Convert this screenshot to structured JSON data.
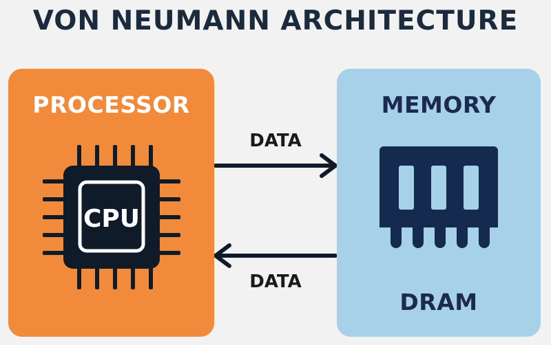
{
  "title": "VON NEUMANN ARCHITECTURE",
  "processor": {
    "label": "PROCESSOR",
    "chip_label": "CPU",
    "color": "#f28a3c"
  },
  "memory": {
    "label": "MEMORY",
    "sub_label": "DRAM",
    "color": "#a6d1e9"
  },
  "arrows": {
    "top_label": "DATA",
    "bottom_label": "DATA"
  }
}
